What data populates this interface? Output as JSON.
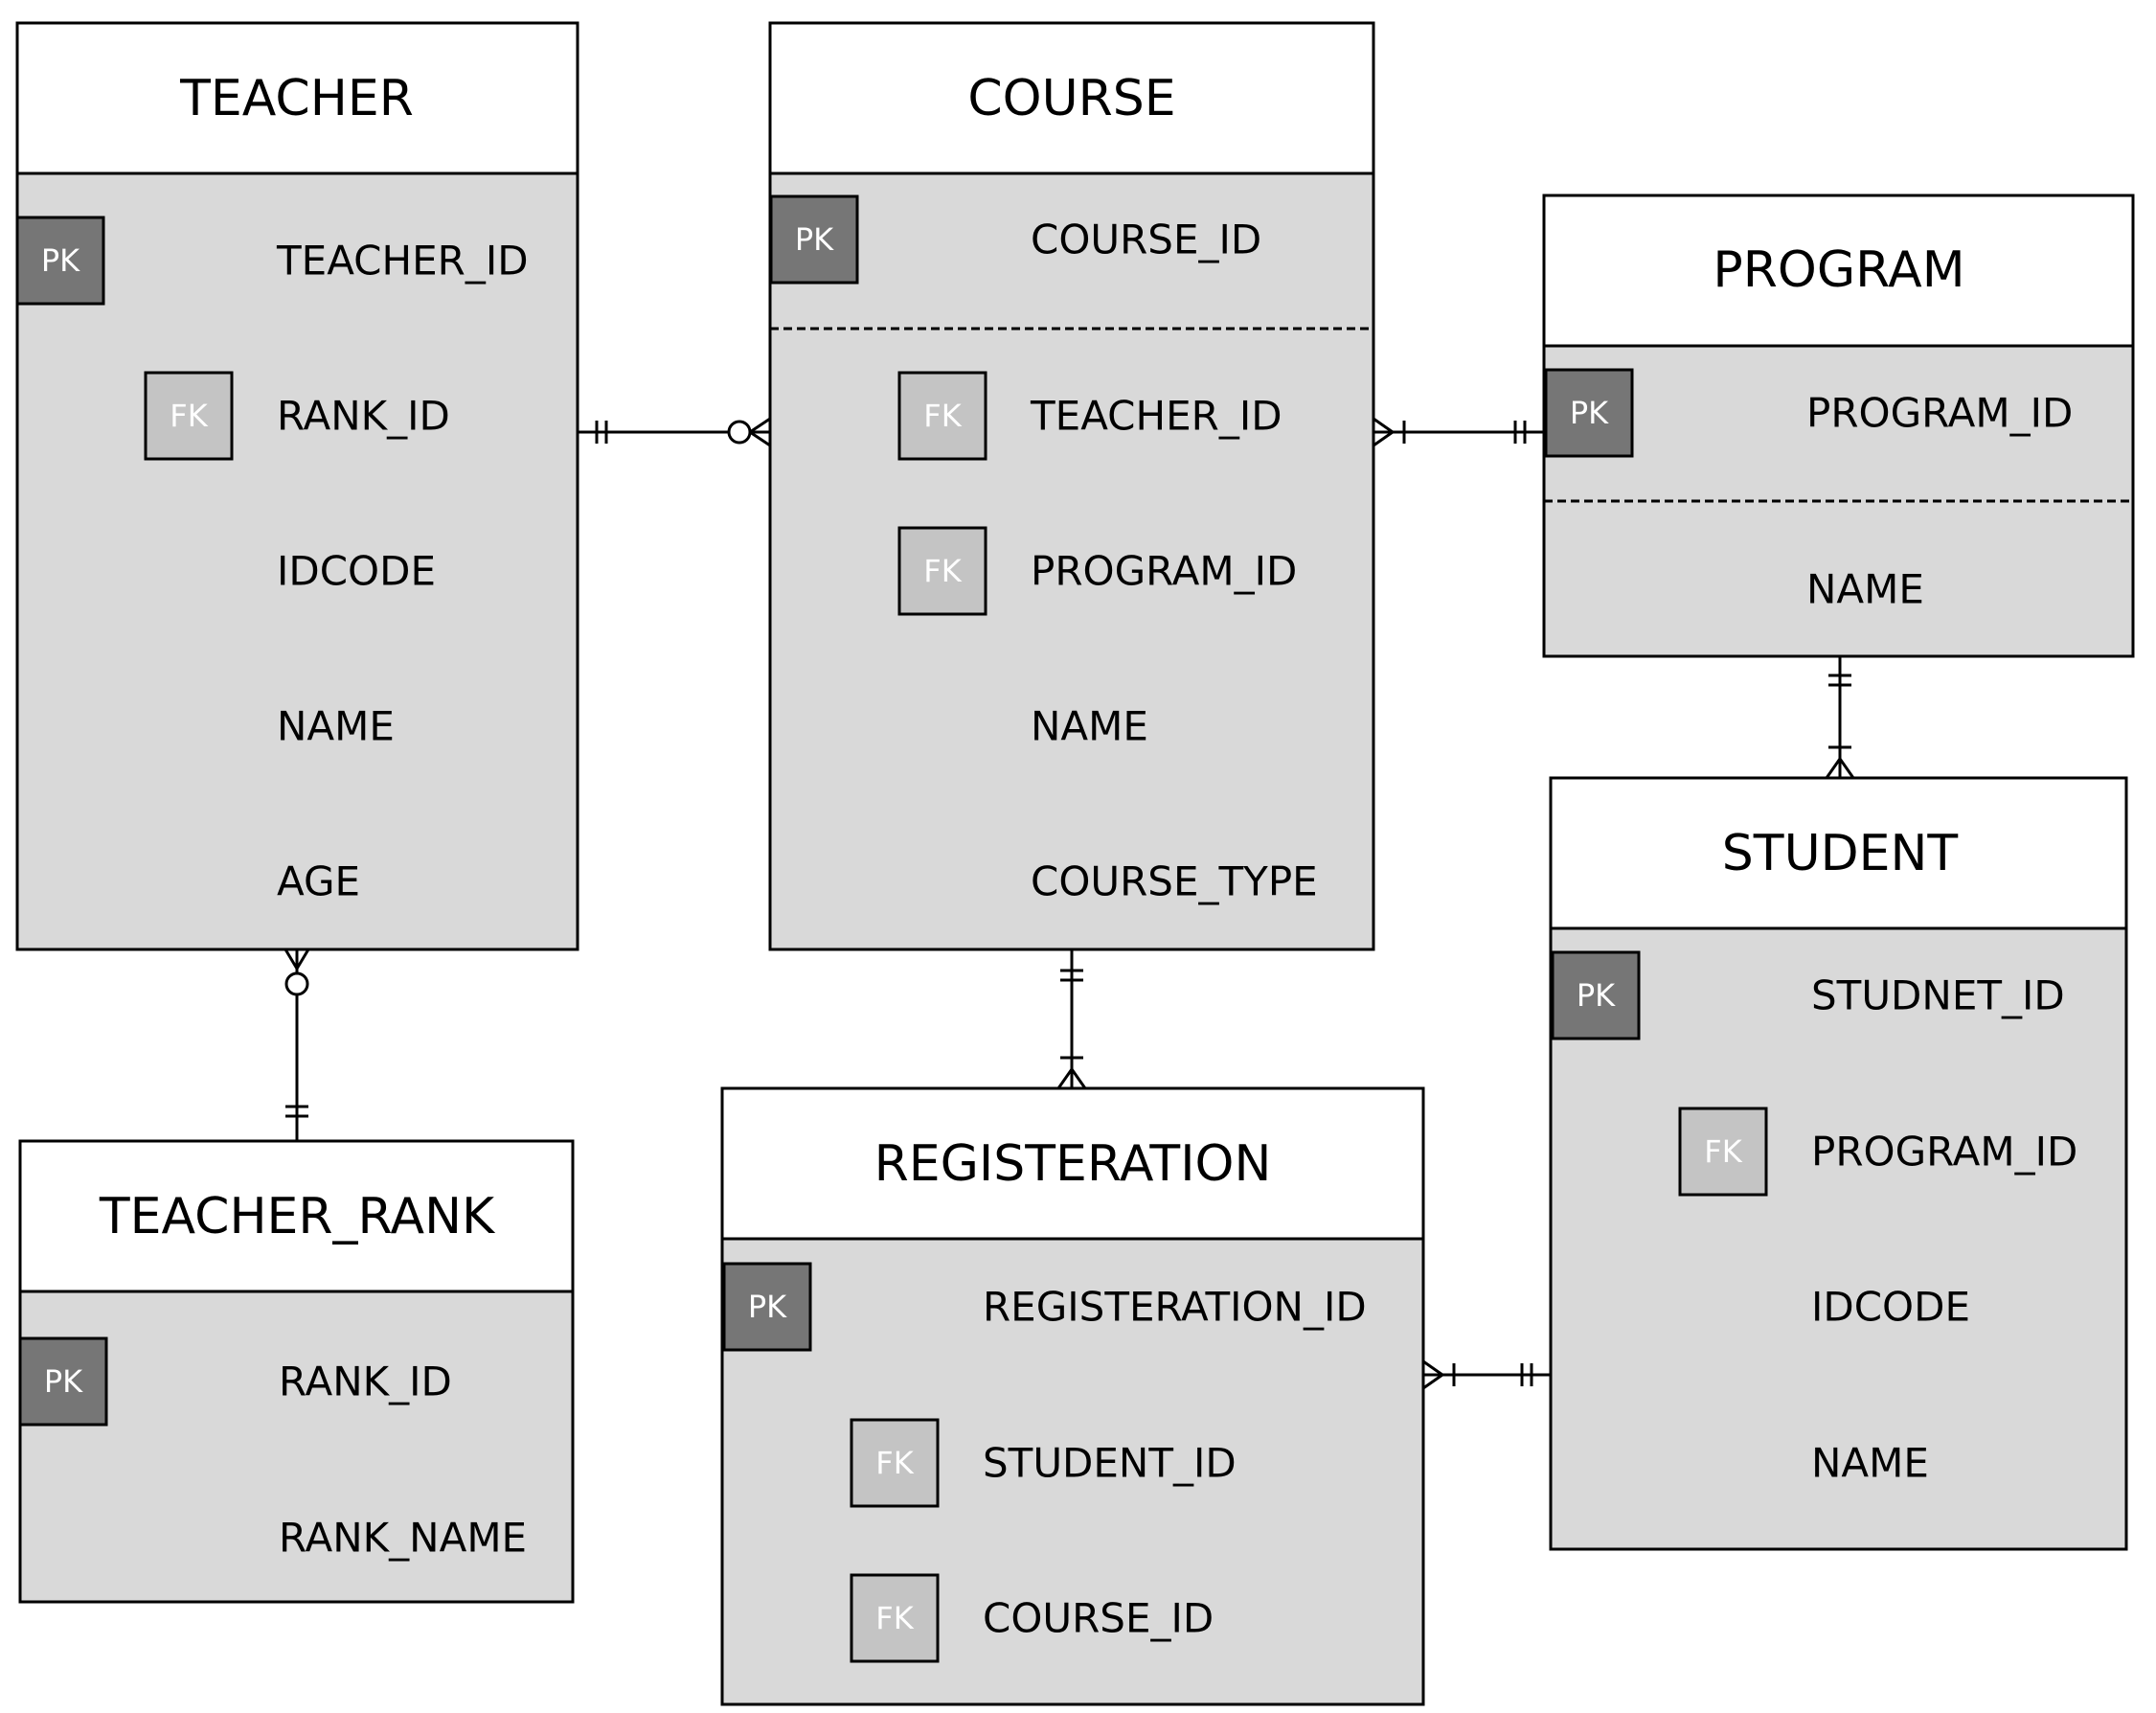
{
  "entities": {
    "teacher": {
      "title": "TEACHER",
      "attributes": [
        {
          "name": "TEACHER_ID",
          "key": "PK"
        },
        {
          "name": "RANK_ID",
          "key": "FK"
        },
        {
          "name": "IDCODE",
          "key": ""
        },
        {
          "name": "NAME",
          "key": ""
        },
        {
          "name": "AGE",
          "key": ""
        }
      ]
    },
    "course": {
      "title": "COURSE",
      "attributes": [
        {
          "name": "COURSE_ID",
          "key": "PK"
        },
        {
          "name": "TEACHER_ID",
          "key": "FK"
        },
        {
          "name": "PROGRAM_ID",
          "key": "FK"
        },
        {
          "name": "NAME",
          "key": ""
        },
        {
          "name": "COURSE_TYPE",
          "key": ""
        }
      ]
    },
    "program": {
      "title": "PROGRAM",
      "attributes": [
        {
          "name": "PROGRAM_ID",
          "key": "PK"
        },
        {
          "name": "NAME",
          "key": ""
        }
      ]
    },
    "student": {
      "title": "STUDENT",
      "attributes": [
        {
          "name": "STUDNET_ID",
          "key": "PK"
        },
        {
          "name": "PROGRAM_ID",
          "key": "FK"
        },
        {
          "name": "IDCODE",
          "key": ""
        },
        {
          "name": "NAME",
          "key": ""
        }
      ]
    },
    "teacher_rank": {
      "title": "TEACHER_RANK",
      "attributes": [
        {
          "name": "RANK_ID",
          "key": "PK"
        },
        {
          "name": "RANK_NAME",
          "key": ""
        }
      ]
    },
    "registeration": {
      "title": "REGISTERATION",
      "attributes": [
        {
          "name": "REGISTERATION_ID",
          "key": "PK"
        },
        {
          "name": "STUDENT_ID",
          "key": "FK"
        },
        {
          "name": "COURSE_ID",
          "key": "FK"
        }
      ]
    }
  },
  "relationships": [
    {
      "from": "teacher",
      "to": "course",
      "from_cardinality": "one-and-only-one",
      "to_cardinality": "zero-or-many"
    },
    {
      "from": "course",
      "to": "program",
      "from_cardinality": "one-or-many",
      "to_cardinality": "one-and-only-one"
    },
    {
      "from": "program",
      "to": "student",
      "from_cardinality": "one-and-only-one",
      "to_cardinality": "one-or-many"
    },
    {
      "from": "teacher",
      "to": "teacher_rank",
      "from_cardinality": "zero-or-many",
      "to_cardinality": "one-and-only-one"
    },
    {
      "from": "course",
      "to": "registeration",
      "from_cardinality": "one-and-only-one",
      "to_cardinality": "one-or-many"
    },
    {
      "from": "registeration",
      "to": "student",
      "from_cardinality": "one-or-many",
      "to_cardinality": "one-and-only-one"
    }
  ],
  "colors": {
    "header_fill": "#ffffff",
    "body_fill": "#d9d9d9",
    "border": "#000000",
    "pk_fill": "#767676",
    "fk_fill": "#c4c4c4"
  }
}
